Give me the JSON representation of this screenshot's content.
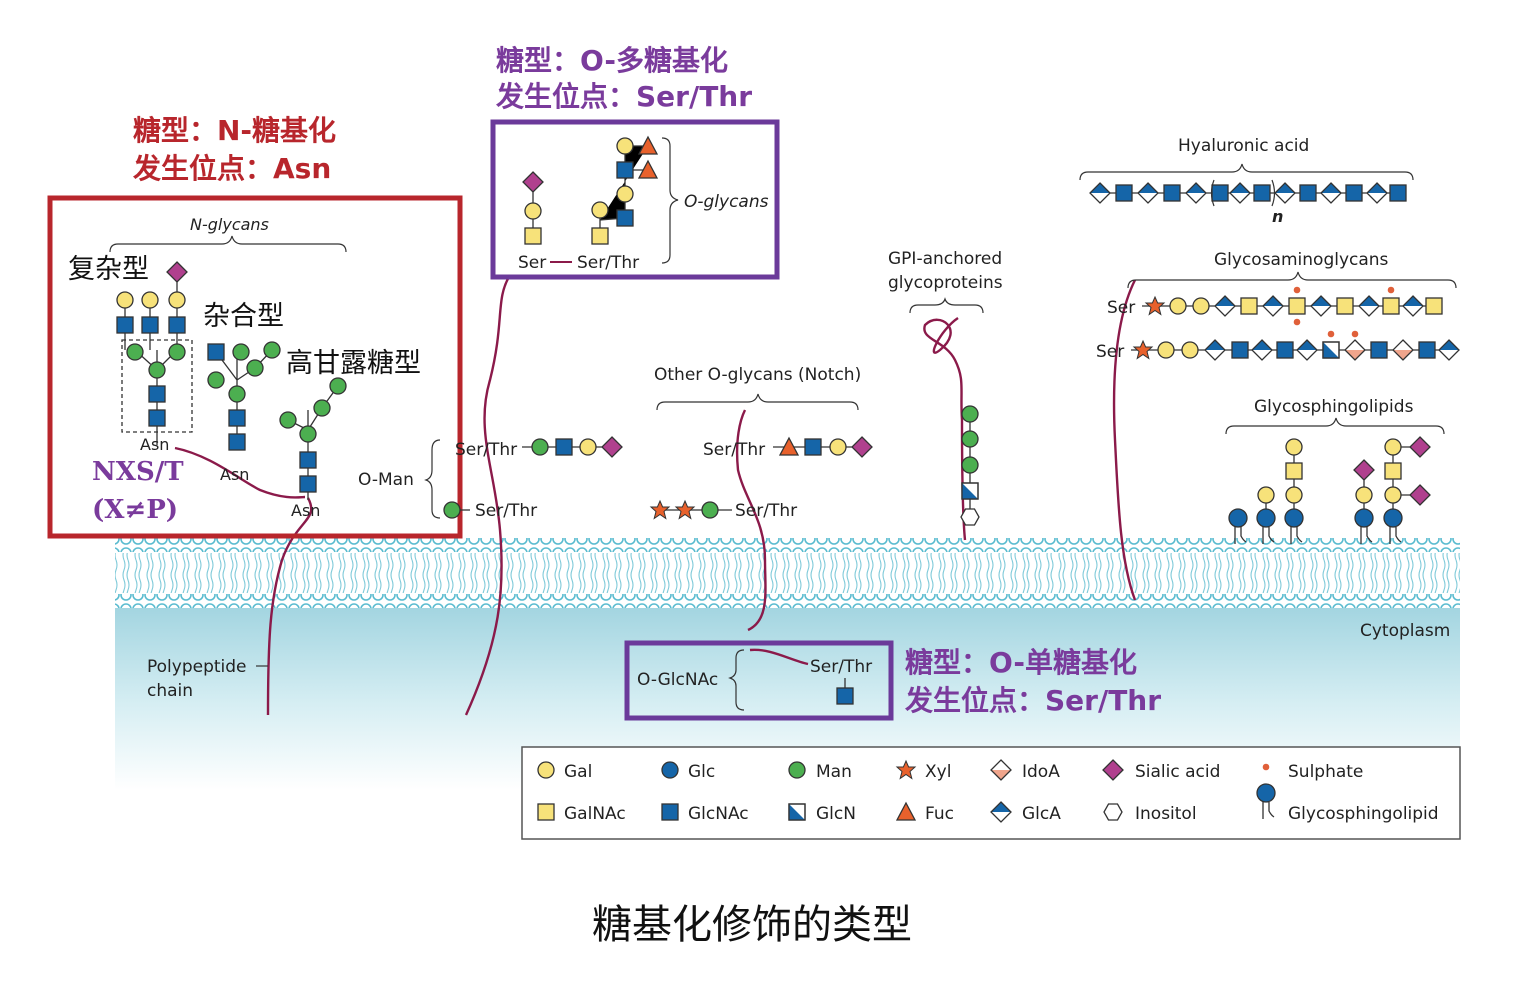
{
  "caption": "糖基化修饰的类型",
  "annotations": {
    "n_glyc_line1": "糖型：N-糖基化",
    "n_glyc_line2": "发生位点：Asn",
    "o_multi_line1": "糖型：O-多糖基化",
    "o_multi_line2": "发生位点：Ser/Thr",
    "o_mono_line1": "糖型：O-单糖基化",
    "o_mono_line2": "发生位点：Ser/Thr",
    "complex": "复杂型",
    "hybrid": "杂合型",
    "high_mannose": "高甘露糖型",
    "nxs_line1": "NXS/T",
    "nxs_line2": "(X≠P)"
  },
  "labels": {
    "n_glycans": "N-glycans",
    "o_glycans": "O-glycans",
    "ser": "Ser",
    "ser_thr": "Ser/Thr",
    "asn": "Asn",
    "o_man": "O-Man",
    "other_o_glycans": "Other O-glycans (Notch)",
    "gpi_line1": "GPI-anchored",
    "gpi_line2": "glycoproteins",
    "hyaluronic_acid": "Hyaluronic acid",
    "n_repeat": "n",
    "glycosaminoglycans": "Glycosaminoglycans",
    "glycosphingolipids": "Glycosphingolipids",
    "cytoplasm": "Cytoplasm",
    "polypeptide_line1": "Polypeptide",
    "polypeptide_line2": "chain",
    "o_glcnac": "O-GlcNAc"
  },
  "legend": [
    {
      "symbol": "yellow-circle",
      "label": "Gal"
    },
    {
      "symbol": "blue-circle",
      "label": "Glc"
    },
    {
      "symbol": "green-circle",
      "label": "Man"
    },
    {
      "symbol": "orange-star",
      "label": "Xyl"
    },
    {
      "symbol": "half-diamond-salmon",
      "label": "IdoA"
    },
    {
      "symbol": "purple-diamond",
      "label": "Sialic acid"
    },
    {
      "symbol": "red-dot",
      "label": "Sulphate"
    },
    {
      "symbol": "yellow-square",
      "label": "GalNAc"
    },
    {
      "symbol": "blue-square",
      "label": "GlcNAc"
    },
    {
      "symbol": "split-square",
      "label": "GlcN"
    },
    {
      "symbol": "red-triangle",
      "label": "Fuc"
    },
    {
      "symbol": "half-diamond-blue",
      "label": "GlcA"
    },
    {
      "symbol": "hexagon",
      "label": "Inositol"
    },
    {
      "symbol": "lipid-pin",
      "label": "Glycosphingolipid"
    }
  ],
  "colors": {
    "red_box": "#b8262c",
    "purple_box": "#6b3a9a",
    "gal": "#f7e27a",
    "glc_blue": "#1565a8",
    "man": "#4caf50",
    "sialic": "#b0408e",
    "fuc": "#e8612c",
    "strand": "#8b1a4a",
    "membrane": "#5bbcd0"
  }
}
